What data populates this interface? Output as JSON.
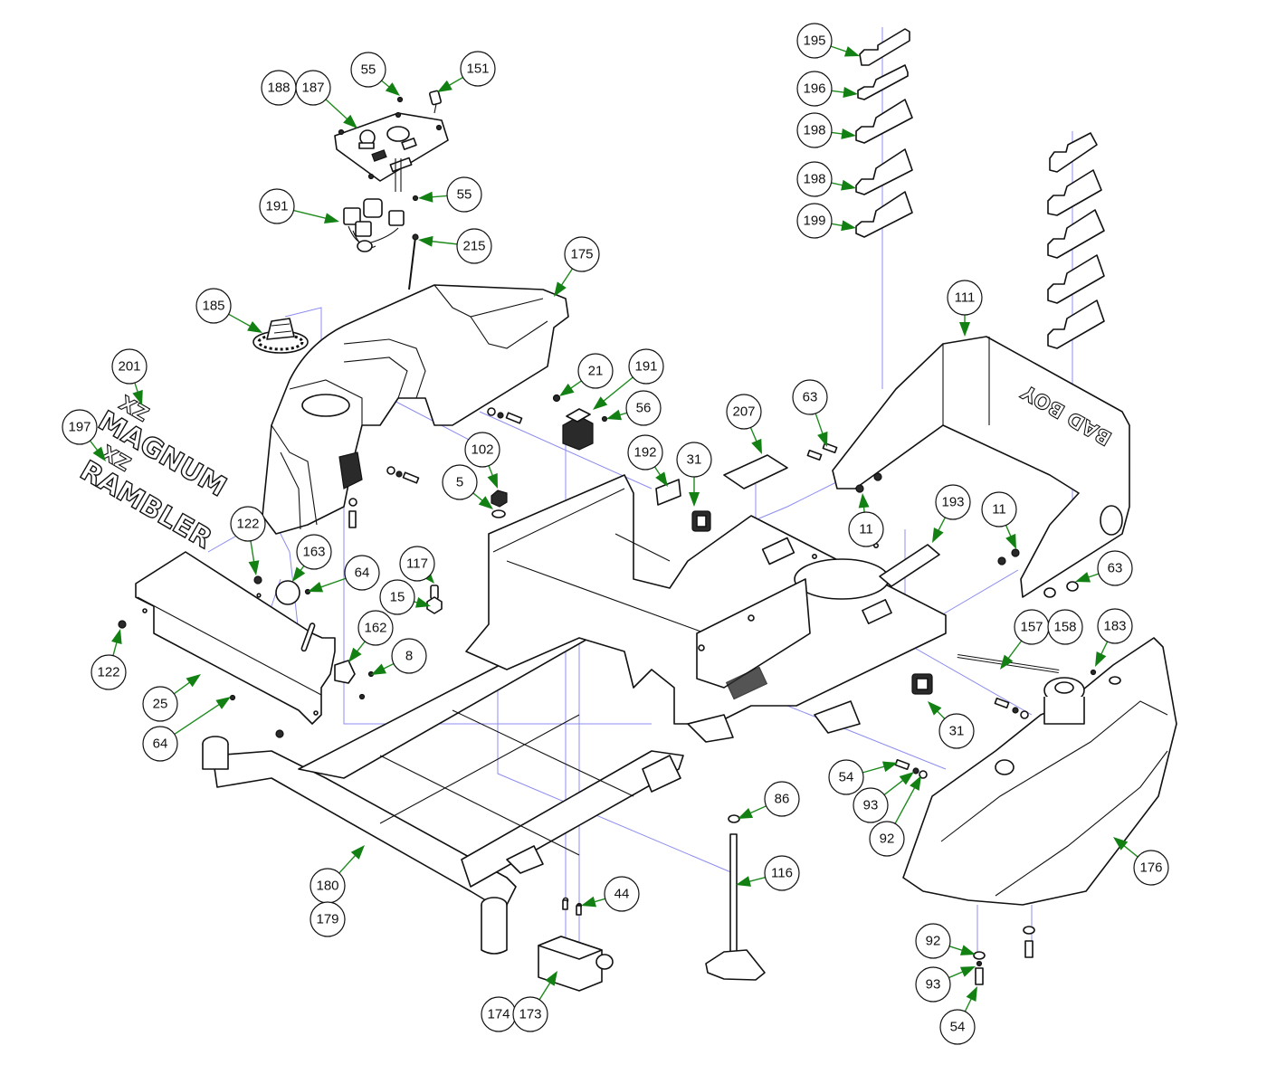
{
  "title": "Frame / Chassis Exploded Parts Diagram",
  "colors": {
    "outline": "#111111",
    "guide_line": "#8c8cf0",
    "leader_line": "#1e8a1e",
    "arrowhead": "#128012",
    "background": "#ffffff"
  },
  "decals": {
    "magnum_prefix": "XZ",
    "magnum": "MAGNUM",
    "rambler_prefix": "XZ",
    "rambler": "RAMBLER",
    "fender_logo": "BAD BOY"
  },
  "callouts": [
    {
      "id": "c-195",
      "label": "195",
      "part": "decal-strip-1"
    },
    {
      "id": "c-196",
      "label": "196",
      "part": "decal-strip-2"
    },
    {
      "id": "c-198a",
      "label": "198",
      "part": "decal-strip-3"
    },
    {
      "id": "c-198b",
      "label": "198",
      "part": "decal-strip-4"
    },
    {
      "id": "c-199",
      "label": "199",
      "part": "decal-strip-5"
    },
    {
      "id": "c-55a",
      "label": "55",
      "part": "panel-screw-top"
    },
    {
      "id": "c-151",
      "label": "151",
      "part": "ignition-key"
    },
    {
      "id": "c-188",
      "label": "188",
      "part": "control-panel"
    },
    {
      "id": "c-187",
      "label": "187",
      "part": "control-panel"
    },
    {
      "id": "c-55b",
      "label": "55",
      "part": "panel-screw-side"
    },
    {
      "id": "c-191a",
      "label": "191",
      "part": "wiring-relays"
    },
    {
      "id": "c-215",
      "label": "215",
      "part": "cable"
    },
    {
      "id": "c-175",
      "label": "175",
      "part": "left-fender"
    },
    {
      "id": "c-185",
      "label": "185",
      "part": "cup-holder"
    },
    {
      "id": "c-111",
      "label": "111",
      "part": "seat-pan-fender"
    },
    {
      "id": "c-201",
      "label": "201",
      "part": "magnum-decal"
    },
    {
      "id": "c-197",
      "label": "197",
      "part": "rambler-decal"
    },
    {
      "id": "c-21",
      "label": "21",
      "part": "relay-nut"
    },
    {
      "id": "c-191b",
      "label": "191",
      "part": "relay"
    },
    {
      "id": "c-56",
      "label": "56",
      "part": "relay-screw"
    },
    {
      "id": "c-63a",
      "label": "63",
      "part": "fender-bolt-left"
    },
    {
      "id": "c-207",
      "label": "207",
      "part": "decal-plate-207"
    },
    {
      "id": "c-102",
      "label": "102",
      "part": "collar"
    },
    {
      "id": "c-5",
      "label": "5",
      "part": "washer"
    },
    {
      "id": "c-192",
      "label": "192",
      "part": "decal-plate-192"
    },
    {
      "id": "c-31a",
      "label": "31",
      "part": "grommet-upper"
    },
    {
      "id": "c-11a",
      "label": "11",
      "part": "nut-left"
    },
    {
      "id": "c-193",
      "label": "193",
      "part": "decal-plate-193"
    },
    {
      "id": "c-11b",
      "label": "11",
      "part": "nut-right"
    },
    {
      "id": "c-122a",
      "label": "122",
      "part": "panel-bolt-top"
    },
    {
      "id": "c-163",
      "label": "163",
      "part": "plug"
    },
    {
      "id": "c-64a",
      "label": "64",
      "part": "panel-screw"
    },
    {
      "id": "c-117",
      "label": "117",
      "part": "spacer"
    },
    {
      "id": "c-15",
      "label": "15",
      "part": "hex-nut"
    },
    {
      "id": "c-63b",
      "label": "63",
      "part": "fender-bolt-right"
    },
    {
      "id": "c-162",
      "label": "162",
      "part": "switch-bracket"
    },
    {
      "id": "c-8",
      "label": "8",
      "part": "locknut"
    },
    {
      "id": "c-122b",
      "label": "122",
      "part": "panel-bolt-left"
    },
    {
      "id": "c-157",
      "label": "157",
      "part": "fuel-line"
    },
    {
      "id": "c-158",
      "label": "158",
      "part": "fuel-line"
    },
    {
      "id": "c-183",
      "label": "183",
      "part": "tank-screw"
    },
    {
      "id": "c-25",
      "label": "25",
      "part": "front-panel"
    },
    {
      "id": "c-64b",
      "label": "64",
      "part": "panel-screw-lower"
    },
    {
      "id": "c-31b",
      "label": "31",
      "part": "grommet-lower"
    },
    {
      "id": "c-54a",
      "label": "54",
      "part": "bolt"
    },
    {
      "id": "c-93a",
      "label": "93",
      "part": "lock-washer"
    },
    {
      "id": "c-92a",
      "label": "92",
      "part": "flat-washer"
    },
    {
      "id": "c-86",
      "label": "86",
      "part": "shaft-washer"
    },
    {
      "id": "c-176",
      "label": "176",
      "part": "right-fender-tank"
    },
    {
      "id": "c-116",
      "label": "116",
      "part": "height-shaft"
    },
    {
      "id": "c-180",
      "label": "180",
      "part": "main-frame"
    },
    {
      "id": "c-179",
      "label": "179",
      "part": "main-frame"
    },
    {
      "id": "c-44",
      "label": "44",
      "part": "module-screw"
    },
    {
      "id": "c-174",
      "label": "174",
      "part": "electrical-module"
    },
    {
      "id": "c-173",
      "label": "173",
      "part": "electrical-module"
    },
    {
      "id": "c-92b",
      "label": "92",
      "part": "flat-washer-lower"
    },
    {
      "id": "c-93b",
      "label": "93",
      "part": "lock-washer-lower"
    },
    {
      "id": "c-54b",
      "label": "54",
      "part": "bolt-lower"
    }
  ]
}
